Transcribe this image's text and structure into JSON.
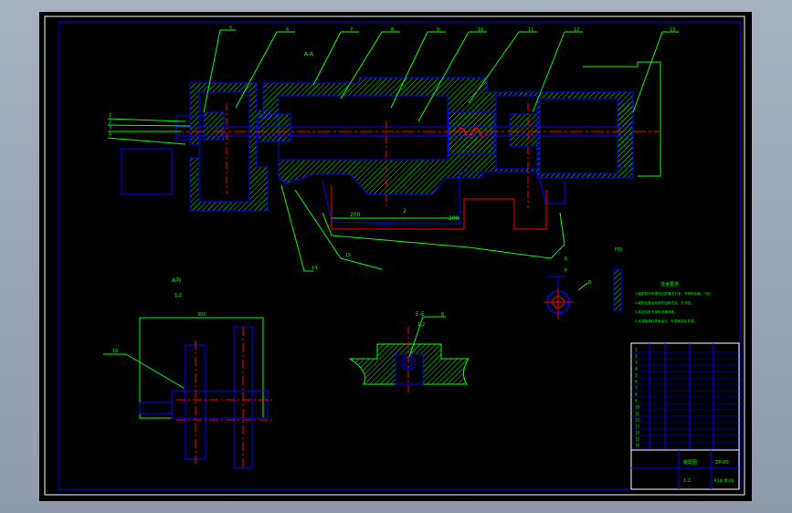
{
  "colors": {
    "background": "#000000",
    "frame": "#ffffff",
    "inner_frame": "#0000ff",
    "section": "#00ff00",
    "centerline": "#ff0000",
    "hatch": "#00ff00",
    "dim": "#00ff00",
    "wall": "#0000ff"
  },
  "main_view": {
    "label": "A-A",
    "balloons": [
      "5",
      "6",
      "7",
      "8",
      "9",
      "10",
      "11",
      "12",
      "13",
      "14",
      "15",
      "1",
      "2",
      "3",
      "4"
    ],
    "dims": [
      "200",
      "200"
    ],
    "sub_label": "2"
  },
  "bottom_left_view": {
    "title": "A向",
    "scale": "1:2",
    "dim_top": "300",
    "balloon": "16"
  },
  "section_ee": {
    "title": "E-E",
    "scale": "1:2",
    "balloon": "8"
  },
  "detail_view": {
    "title": "F向",
    "label_e": "E",
    "label_f": "F",
    "balloon": "8"
  },
  "notes": {
    "title": "技术要求",
    "lines": [
      "1.装配前所有零件必须清洗干净，不得有毛刺、飞边。",
      "2.装配后各运动部件运转灵活，无卡阻。",
      "3.各密封处不得有渗漏现象。",
      "4.涂漆前清除表面油污，外表面涂灰色漆。"
    ]
  },
  "title_block": {
    "drawing_name": "装配图",
    "drawing_no": "ZP-00",
    "scale": "1:2",
    "sheet": "共1张 第1张",
    "rows": [
      "1",
      "2",
      "3",
      "4",
      "5",
      "6",
      "7",
      "8",
      "9",
      "10",
      "11",
      "12",
      "13",
      "14",
      "15",
      "16"
    ]
  }
}
